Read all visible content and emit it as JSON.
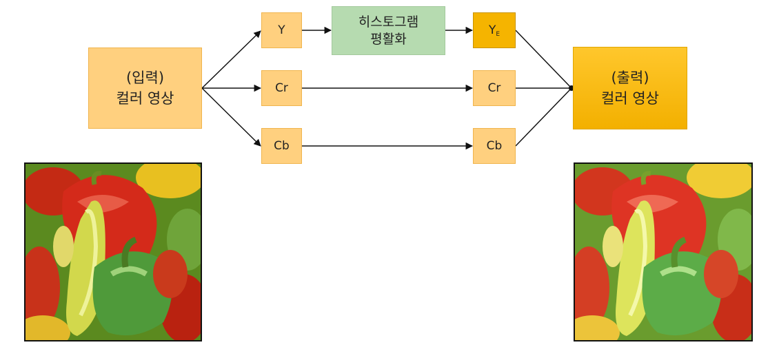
{
  "input_box": {
    "line1": "(입력)",
    "line2": "컬러 영상"
  },
  "output_box": {
    "line1": "(출력)",
    "line2": "컬러 영상"
  },
  "histeq_box": {
    "line1": "히스토그램",
    "line2": "평활화"
  },
  "left_nodes": {
    "y": "Y",
    "cr": "Cr",
    "cb": "Cb"
  },
  "right_nodes": {
    "ye_main": "Y",
    "ye_sub": "E",
    "cr": "Cr",
    "cb": "Cb"
  },
  "images": {
    "input_image": "peppers-original",
    "output_image": "peppers-equalized"
  }
}
